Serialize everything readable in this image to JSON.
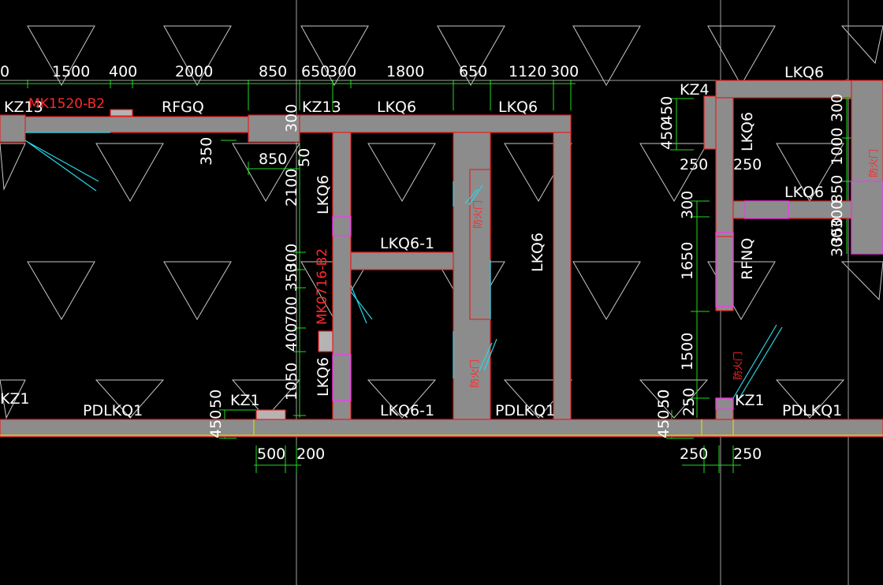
{
  "labels": {
    "lkq6": "LKQ6",
    "lkq6_1": "LKQ6-1",
    "pdlkq1": "PDLKQ1",
    "rfgq": "RFGQ",
    "rfnq": "RFNQ",
    "kz13": "KZ13",
    "kz4": "KZ4",
    "kz1": "KZ1",
    "door_mk1520": "MK1520-B2",
    "door_mk0716": "MK0716-B2",
    "door_small": "防火门"
  },
  "dimensions": {
    "top_row": [
      "0",
      "1500",
      "400",
      "2000",
      "850",
      "650",
      "300",
      "1800",
      "650",
      "1120",
      "300"
    ],
    "left_col": [
      "300",
      "350",
      "850",
      "50",
      "2100",
      "300",
      "350",
      "300",
      "700",
      "400",
      "1050"
    ],
    "bottom": [
      "50",
      "450",
      "500",
      "200",
      "450",
      "50",
      "250",
      "250"
    ],
    "right_col": [
      "450",
      "450",
      "250",
      "250",
      "300",
      "1650",
      "1500",
      "250",
      "50",
      "450",
      "300",
      "1000",
      "850",
      "300",
      "350",
      "300"
    ]
  }
}
